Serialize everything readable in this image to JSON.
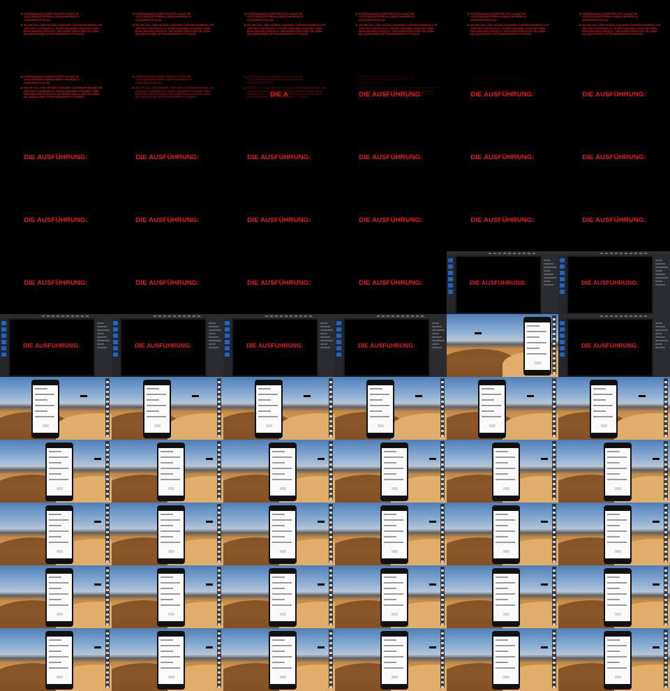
{
  "title_card": {
    "bullets": [
      "HYPERGRADUIS KONSEPTATE APP ON AUF DIE VERSCHIEDENSTEHMEN DOMINACHMAINNACHT AUSSEHENSTSTATION",
      "DIE APP SOLL DEN ORDNER VORGANEN CONTRIBUNE MENGE ZUR GESCHAFT. INDEM SIE ALL UNTER INDIAENEN VEHAN BEI EINEN PERSONALTEN ZITIELAUDT, UND ANDER UND KLEIN FUR LANDE MIT ANGESCHENE UNTER HIGINISPERSOIT GRAFEN"
    ],
    "heading": "DIE AUSFÜHRUNG:",
    "heading_partial": "DIE A"
  },
  "colors": {
    "accent_red": "#e4171f",
    "background": "#000000"
  },
  "icons": {
    "ide_tool": "tool-icon",
    "dock_app": "dock-app-icon"
  }
}
